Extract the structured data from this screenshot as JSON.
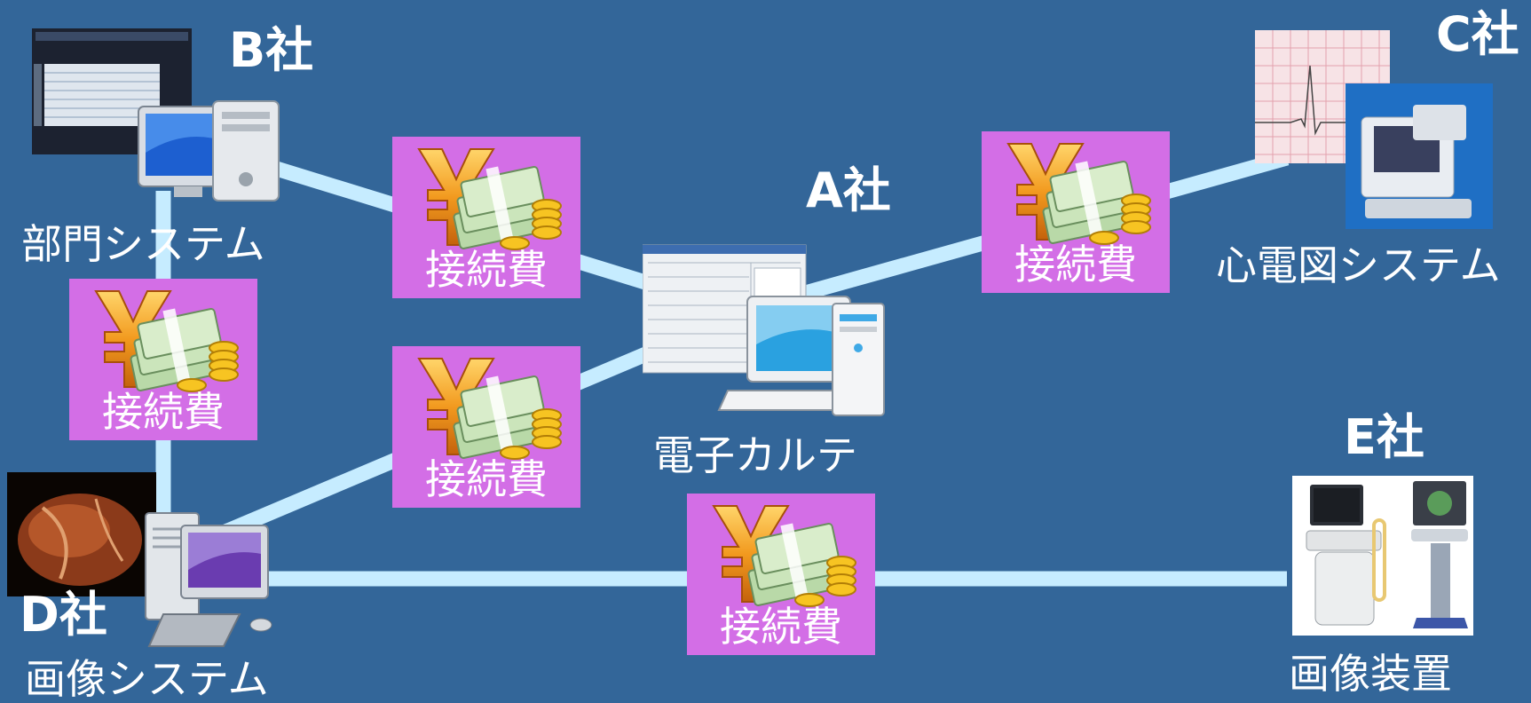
{
  "colors": {
    "background": "#336699",
    "connection_line": "#c6ecff",
    "fee_box": "#d36ee6",
    "text": "#ffffff"
  },
  "companies": {
    "a": "A社",
    "b": "B社",
    "c": "C社",
    "d": "D社",
    "e": "E社"
  },
  "systems": {
    "emr": "電子カルテ",
    "department": "部門システム",
    "ecg": "心電図システム",
    "imaging_system": "画像システム",
    "imaging_device": "画像装置"
  },
  "fees": {
    "label": "接続費",
    "icon": "yen-money-icon"
  }
}
